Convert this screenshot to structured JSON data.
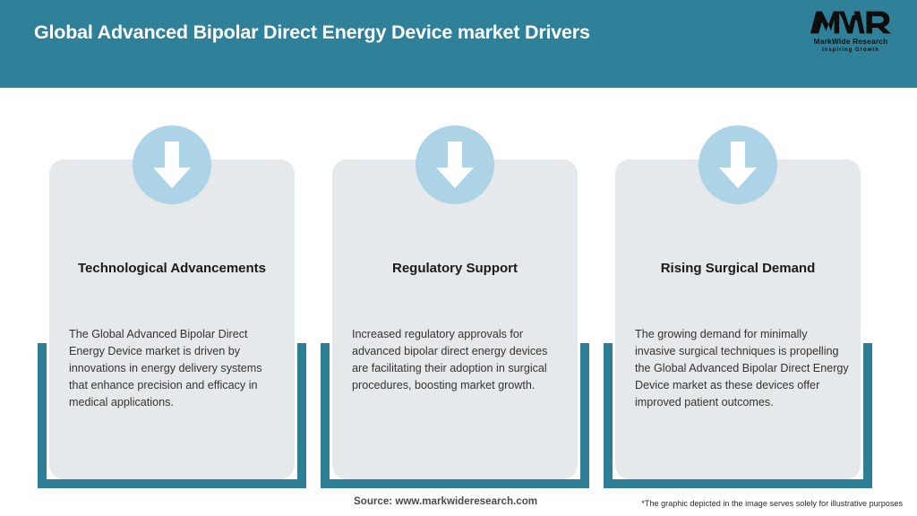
{
  "header": {
    "title": "Global Advanced Bipolar Direct Energy Device market Drivers",
    "background_color": "#2E8199",
    "title_color": "#FFFFFF"
  },
  "logo": {
    "mark": "MWR",
    "name": "MarkWide Research",
    "tagline": "Inspiring Growth"
  },
  "theme": {
    "accent_teal": "#2E7E96",
    "card_background": "#E6E9EB",
    "icon_circle_color": "#ADD4E6",
    "arrow_color": "#FFFFFF",
    "title_color": "#1A1A1A",
    "body_color": "#333333"
  },
  "cards": [
    {
      "icon": "arrow-down-icon",
      "title": "Technological Advancements",
      "body": "The Global Advanced Bipolar Direct Energy Device market is driven by innovations in energy delivery systems that enhance precision and efficacy in medical applications."
    },
    {
      "icon": "arrow-down-icon",
      "title": "Regulatory Support",
      "body": "Increased regulatory approvals for advanced bipolar direct energy devices are facilitating their adoption in surgical procedures, boosting market growth."
    },
    {
      "icon": "arrow-down-icon",
      "title": "Rising Surgical Demand",
      "body": "The growing demand for minimally invasive surgical techniques is propelling the Global Advanced Bipolar Direct Energy Device market as these devices offer improved patient outcomes."
    }
  ],
  "footer": {
    "source": "Source: www.markwideresearch.com",
    "disclaimer": "*The graphic depicted in the image serves solely for illustrative purposes"
  }
}
